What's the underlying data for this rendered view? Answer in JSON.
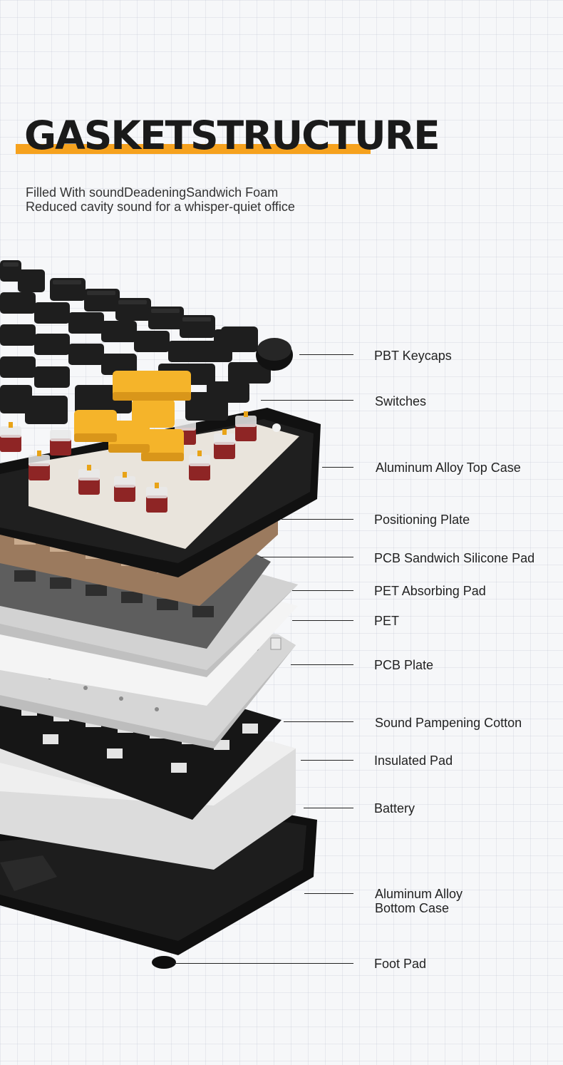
{
  "header": {
    "title": "GASKETSTRUCTURE",
    "subtitle_line1": "Filled With soundDeadeningSandwich Foam",
    "subtitle_line2": "Reduced cavity sound for a whisper-quiet office"
  },
  "colors": {
    "accent": "#f6a21e",
    "keycap_dark": "#1e1e1e",
    "keycap_yellow": "#f5b42a",
    "switch_red": "#9a2a2a",
    "plate_copper": "#9b7a5e",
    "pcb_silver": "#c8c8c8",
    "case_black": "#111111"
  },
  "layers": [
    {
      "label": "PBT Keycaps"
    },
    {
      "label": "Switches"
    },
    {
      "label": "Aluminum Alloy Top Case"
    },
    {
      "label": "Positioning Plate"
    },
    {
      "label": "PCB Sandwich Silicone Pad"
    },
    {
      "label": "PET Absorbing Pad"
    },
    {
      "label": "PET"
    },
    {
      "label": "PCB Plate"
    },
    {
      "label": "Sound Pampening Cotton"
    },
    {
      "label": "Insulated Pad"
    },
    {
      "label": "Battery"
    },
    {
      "label": "Aluminum Alloy",
      "label2": "Bottom Case"
    },
    {
      "label": "Foot Pad"
    }
  ]
}
